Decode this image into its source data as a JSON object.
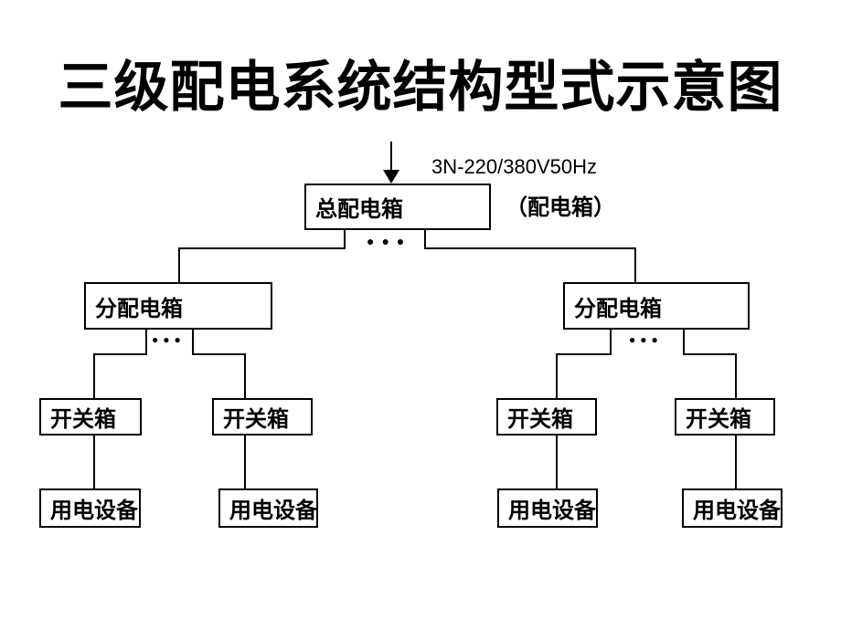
{
  "title": "三级配电系统结构型式示意图",
  "diagram": {
    "incoming_power_label": "3N-220/380V50Hz",
    "main_box_label": "总配电箱",
    "main_box_note": "（配电箱）",
    "ellipsis": "●●●",
    "level2_boxes": [
      "分配电箱",
      "分配电箱"
    ],
    "level3_boxes": [
      "开关箱",
      "开关箱",
      "开关箱",
      "开关箱"
    ],
    "level4_boxes": [
      "用电设备",
      "用电设备",
      "用电设备",
      "用电设备"
    ],
    "colors": {
      "line": "#000000",
      "background": "#ffffff",
      "text": "#000000"
    }
  }
}
